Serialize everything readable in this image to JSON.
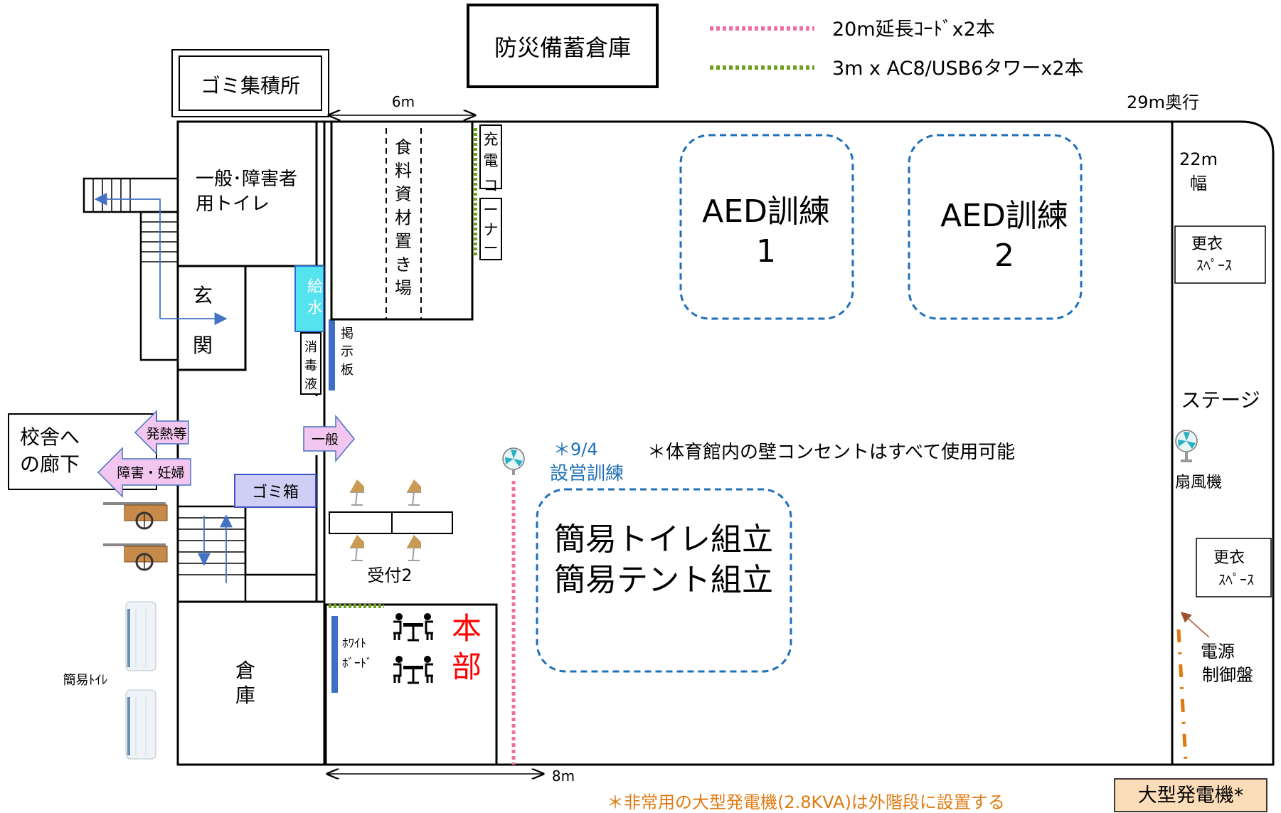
{
  "title": "防災備蓄倉庫",
  "legend": [
    {
      "label": "20m延長ｺｰﾄﾞx2本",
      "color": "#ee6fa2"
    },
    {
      "label": "3m x AC8/USB6タワーx2本",
      "color": "#6fa020"
    }
  ],
  "dimensions": {
    "top_width": "6m",
    "depth": "29m奥行",
    "width_top": "22m",
    "width_bottom": "幅",
    "bottom_width": "8m"
  },
  "rooms": {
    "garbage_area": "ゴミ集積所",
    "toilet_line1": "一般･障害者",
    "toilet_line2": "用トイレ",
    "entrance": [
      "玄",
      "関"
    ],
    "water": [
      "給",
      "水"
    ],
    "disinfectant": [
      "消",
      "毒",
      "液"
    ],
    "bulletin": [
      "掲",
      "示",
      "板"
    ],
    "food_storage": [
      "食",
      "料",
      "資",
      "材",
      "置",
      "き",
      "場"
    ],
    "charging_corner": [
      "充",
      "電",
      "コ",
      "ー",
      "ナ",
      "ー"
    ],
    "trash_box": "ゴミ箱",
    "warehouse": [
      "倉",
      "庫"
    ],
    "reception2": "受付2",
    "whiteboard": [
      "ﾎﾜｲﾄ",
      "ﾎﾞｰﾄﾞ"
    ],
    "headquarters": [
      "本",
      "部"
    ],
    "corridor": [
      "校舎へ",
      "の廊下"
    ],
    "portable_toilet": "簡易ﾄｲﾚ"
  },
  "arrows": {
    "fever": "発熱等",
    "general": "一般",
    "disabled": "障害・妊婦"
  },
  "activities": {
    "aed1": [
      "AED訓練",
      "1"
    ],
    "aed2": [
      "AED訓練",
      "2"
    ],
    "setup_date": "＊9/4",
    "setup_label": "設営訓練",
    "toilet_tent": [
      "簡易トイレ組立",
      "簡易テント組立"
    ]
  },
  "notes": {
    "outlets": "＊体育館内の壁コンセントはすべて使用可能",
    "generator_note": "＊非常用の大型発電機(2.8KVA)は外階段に設置する"
  },
  "stage": {
    "label": "ステージ",
    "changing1": [
      "更衣",
      "ｽﾍﾟｰｽ"
    ],
    "changing2": [
      "更衣",
      "ｽﾍﾟｰｽ"
    ],
    "fan": "扇風機",
    "power_panel": [
      "電源",
      "制御盤"
    ]
  },
  "generator": "大型発電機*",
  "colors": {
    "dashed_area": "#1f6fb8",
    "orange": "#e07a10",
    "generator_fill": "#fbdcb8",
    "water_fill": "#55e3f0",
    "pink_arrow": "#f3c6f0",
    "trash_fill": "#cfcff5",
    "red": "#ff0000"
  }
}
